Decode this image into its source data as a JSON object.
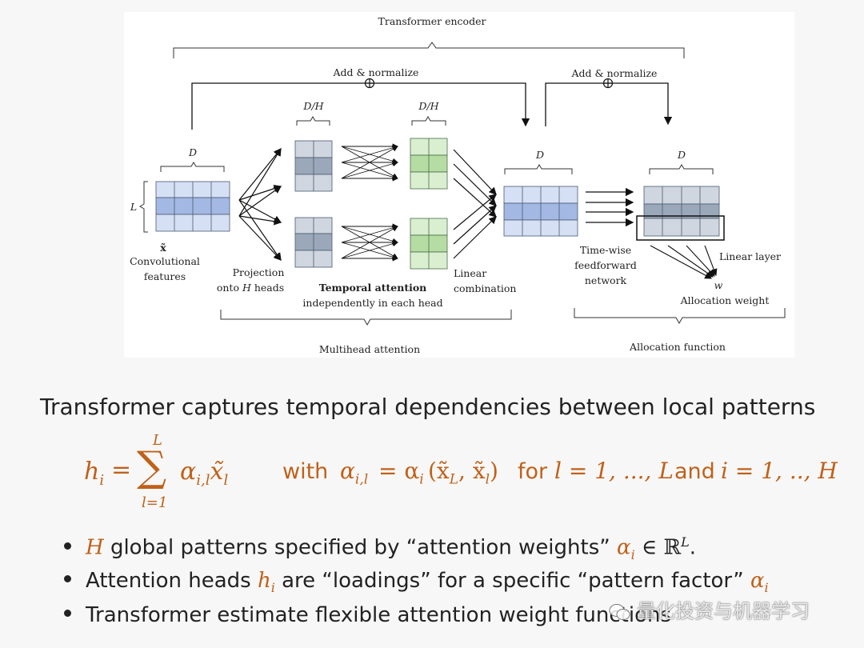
{
  "diagram": {
    "transformer_encoder": "Transformer encoder",
    "add_normalize": "Add & normalize",
    "dim_D": "D",
    "dim_DH": "D/H",
    "dim_L": "L",
    "xtilde": "x̃",
    "conv_features_1": "Convolutional",
    "conv_features_2": "features",
    "projection_1": "Projection",
    "projection_2": "onto H heads",
    "temporal_attention": "Temporal attention",
    "temporal_attention_sub": "independently in each head",
    "linear_1": "Linear",
    "linear_2": "combination",
    "timewise_1": "Time-wise",
    "timewise_2": "feedforward",
    "timewise_3": "network",
    "linear_layer": "Linear layer",
    "w": "w",
    "allocation_weight": "Allocation weight",
    "multihead_attention": "Multihead attention",
    "allocation_function": "Allocation function",
    "colors": {
      "blue_light": "#d6e0f5",
      "blue_mid": "#a3b8e3",
      "grey_light": "#cfd6df",
      "grey_mid": "#9aa8ba",
      "green_light": "#d9efcf",
      "green_mid": "#b5dca2"
    }
  },
  "heading": "Transformer captures temporal dependencies between local patterns",
  "formula": {
    "lhs": "h",
    "lhs_sub": "i",
    "eq": "=",
    "sum_top": "L",
    "sum_bottom": "l=1",
    "sum_symbol": "∑",
    "term": "α",
    "term_sub": "i,l",
    "term_x": "x̃",
    "term_x_sub": "l",
    "with": "with",
    "alpha_def": "α",
    "alpha_def_sub": "i,l",
    "alpha_rhs": "= α",
    "alpha_rhs_sub": "i",
    "args": "(x̃",
    "args_sub1": "L",
    "args_mid": ", x̃",
    "args_sub2": "l",
    "args_end": ")",
    "for": "for",
    "range1": "l = 1, ..., L",
    "and": "and",
    "range2": "i = 1, .., H"
  },
  "bullets": [
    {
      "pre_math": "H",
      "text": " global patterns specified by “attention weights” ",
      "math": "α",
      "math_sub": "i",
      "math_tail": " ∈ ℝ",
      "math_sup": "L",
      "end": "."
    },
    {
      "text1": "Attention heads ",
      "math": "h",
      "math_sub": "i",
      "text2": " are “loadings” for a specific “pattern factor” ",
      "math2": "α",
      "math2_sub": "i"
    },
    {
      "text": "Transformer estimate flexible attention weight functions"
    }
  ],
  "watermark": "量化投资与机器学习"
}
